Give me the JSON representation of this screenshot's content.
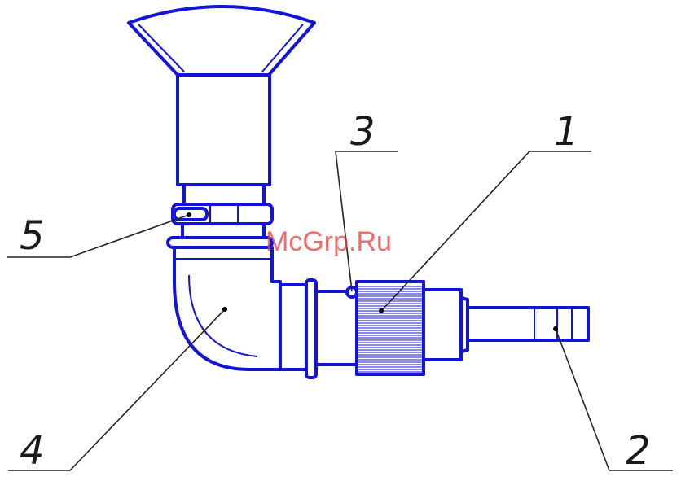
{
  "watermark": {
    "text": "McGrp.Ru",
    "color": "#e04040"
  },
  "drawing": {
    "stroke_color": "#1414d8",
    "leader_color": "#222222",
    "callouts": [
      {
        "id": "1",
        "label": "1"
      },
      {
        "id": "2",
        "label": "2"
      },
      {
        "id": "3",
        "label": "3"
      },
      {
        "id": "4",
        "label": "4"
      },
      {
        "id": "5",
        "label": "5"
      }
    ]
  }
}
